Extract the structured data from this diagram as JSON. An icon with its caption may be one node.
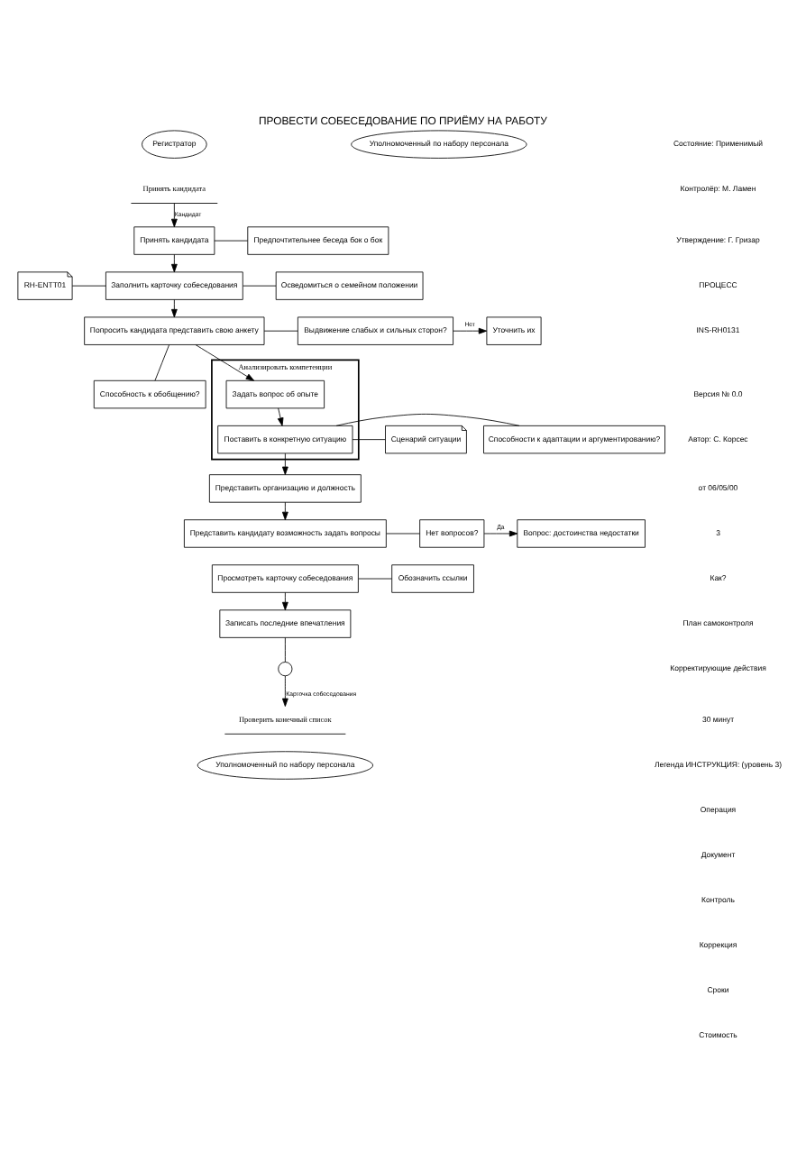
{
  "diagram": {
    "title": "ПРОВЕСТИ СОБЕСЕДОВАНИЕ ПО ПРИЁМУ НА РАБОТУ",
    "nodes": [
      {
        "text": [
          "Регистратор"
        ]
      },
      {
        "text": [
          "Уполномоченный по набору персонала"
        ]
      },
      {
        "text": [
          "Принять кандидата"
        ]
      },
      {
        "text": [
          "Принять кандидата"
        ]
      },
      {
        "text": [
          "Предпочтительнее беседа бок о бок"
        ]
      },
      {
        "text": [
          "RH-ENTT01"
        ]
      },
      {
        "text": [
          "Заполнить карточку собеседования"
        ]
      },
      {
        "text": [
          "Осведомиться о семейном положении"
        ]
      },
      {
        "text": [
          "Попросить кандидата представить свою анкету"
        ]
      },
      {
        "text": [
          "Выдвижение слабых и сильных сторон?"
        ]
      },
      {
        "text": [
          "Уточнить их"
        ]
      },
      {
        "text": [
          "Способность к обобщению?"
        ]
      },
      {
        "text": [
          "Анализировать компетенции"
        ]
      },
      {
        "text": [
          "Задать вопрос об опыте"
        ],
        "in": 12
      },
      {
        "text": [
          "Поставить в конкретную ситуацию"
        ],
        "in": 12
      },
      {
        "text": [
          "Сценарий ситуации"
        ]
      },
      {
        "text": [
          "Способности к адаптации и аргументированию?"
        ]
      },
      {
        "text": [
          "Представить организацию и должность"
        ]
      },
      {
        "text": [
          "Представить кандидату возможность задать вопросы"
        ]
      },
      {
        "text": [
          "Нет вопросов?"
        ]
      },
      {
        "text": [
          "Вопрос: достоинства недостатки"
        ]
      },
      {
        "text": [
          "Просмотреть карточку собеседования"
        ]
      },
      {
        "text": [
          "Обозначить ссылки"
        ]
      },
      {
        "text": [
          "Записать последние впечатления"
        ]
      },
      {
        "text": [],
        "shape": "circle"
      },
      {
        "text": [
          "Проверить конечный список"
        ]
      },
      {
        "text": [
          "Уполномоченный по набору персонала"
        ]
      }
    ],
    "edges": [
      {
        "from": 2,
        "to": 3,
        "arrow": "to",
        "label": "Кандидат"
      },
      {
        "from": 3,
        "to": 6,
        "arrow": "to"
      },
      {
        "from": 3,
        "to": 4,
        "arrow": "none"
      },
      {
        "from": 5,
        "to": 6,
        "arrow": "none"
      },
      {
        "from": 6,
        "to": 8,
        "arrow": "to"
      },
      {
        "from": 6,
        "to": 7,
        "arrow": "none"
      },
      {
        "from": 8,
        "to": 9,
        "arrow": "none"
      },
      {
        "from": 8,
        "to": 11,
        "arrow": "none"
      },
      {
        "from": 9,
        "to": 10,
        "arrow": "to",
        "label": "Нет"
      },
      {
        "from": 8,
        "to": 13,
        "arrow": "to"
      },
      {
        "from": 13,
        "to": 14,
        "arrow": "to"
      },
      {
        "from": 15,
        "to": 14,
        "arrow": "none"
      },
      {
        "from": 14,
        "to": 16,
        "arrow": "none"
      },
      {
        "from": 14,
        "to": 17,
        "arrow": "to"
      },
      {
        "from": 17,
        "to": 18,
        "arrow": "to"
      },
      {
        "from": 18,
        "to": 19,
        "arrow": "none"
      },
      {
        "from": 19,
        "to": 20,
        "arrow": "to",
        "label": "Да"
      },
      {
        "from": 21,
        "to": 23,
        "arrow": "to"
      },
      {
        "from": 21,
        "to": 22,
        "arrow": "none"
      },
      {
        "from": 23,
        "to": 24,
        "arrow": "none"
      },
      {
        "from": 24,
        "to": 25,
        "arrow": "to",
        "label": "Карточка собеседования"
      }
    ],
    "labels": [
      "Состояние: Применимый",
      "Контролёр: М. Ламен",
      "Утверждение: Г. Гризар",
      "ПРОЦЕСС",
      "INS-RH0131",
      "Версия № 0.0",
      "Автор: С. Корсес",
      "от 06/05/00",
      "3",
      "Как?",
      "План самоконтроля",
      "Корректирующие действия",
      "30 минут",
      "Легенда ИНСТРУКЦИЯ: (уровень 3)"
    ],
    "legend": [
      {
        "text": "Операция"
      },
      {
        "text": "Документ"
      },
      {
        "text": "Контроль"
      },
      {
        "text": "Коррекция"
      },
      {
        "text": "Сроки"
      },
      {
        "text": "Стоимость"
      }
    ]
  }
}
